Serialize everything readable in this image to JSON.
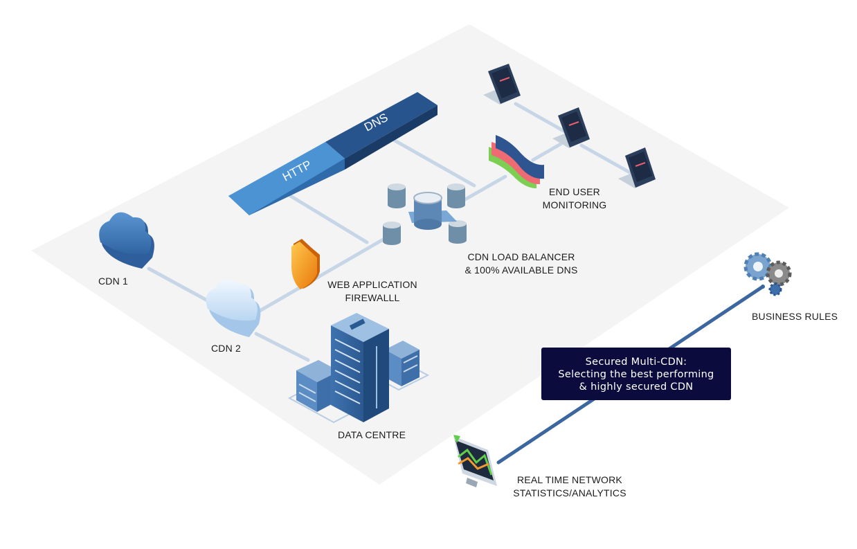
{
  "bar": {
    "http": "HTTP",
    "dns": "DNS"
  },
  "labels": {
    "cdn1": "CDN 1",
    "cdn2": "CDN 2",
    "waf": [
      "WEB APPLICATION",
      "FIREWALLL"
    ],
    "balancer": [
      "CDN LOAD BALANCER",
      "& 100% AVAILABLE DNS"
    ],
    "eum": [
      "END USER",
      "MONITORING"
    ],
    "datacentre": "DATA CENTRE",
    "business": "BUSINESS RULES",
    "analytics": [
      "REAL TIME NETWORK",
      "STATISTICS/ANALYTICS"
    ]
  },
  "callout": [
    "Secured Multi-CDN:",
    "Selecting the best performing",
    "& highly secured CDN"
  ],
  "colors": {
    "platform": "#f4f4f5",
    "link": "#c7d6e6",
    "http": "#4c93d4",
    "dns": "#27548c",
    "cloud": "#3f78b6",
    "cloud_light": "#cfe3f5",
    "shield": "#f2991a",
    "server": "#3e6fa9",
    "callout": "#0b0c3d",
    "trunk": "#3b66a0"
  }
}
